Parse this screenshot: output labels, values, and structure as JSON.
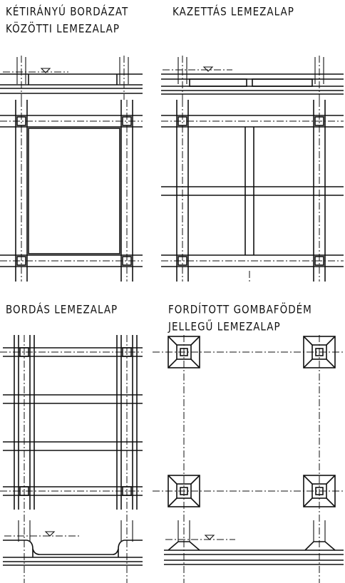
{
  "panels": [
    {
      "id": "ketiranyu",
      "title_lines": [
        "KÉTIRÁNYÚ BORDÁZAT",
        "KÖZÖTTI LEMEZALAP"
      ]
    },
    {
      "id": "kazettas",
      "title_lines": [
        "KAZETTÁS LEMEZALAP"
      ]
    },
    {
      "id": "bordas",
      "title_lines": [
        "BORDÁS LEMEZALAP"
      ]
    },
    {
      "id": "forditott",
      "title_lines": [
        "FORDÍTOTT GOMBAFÖDÉM",
        "JELLEGŰ LEMEZALAP"
      ]
    }
  ],
  "level_symbol": "∇"
}
